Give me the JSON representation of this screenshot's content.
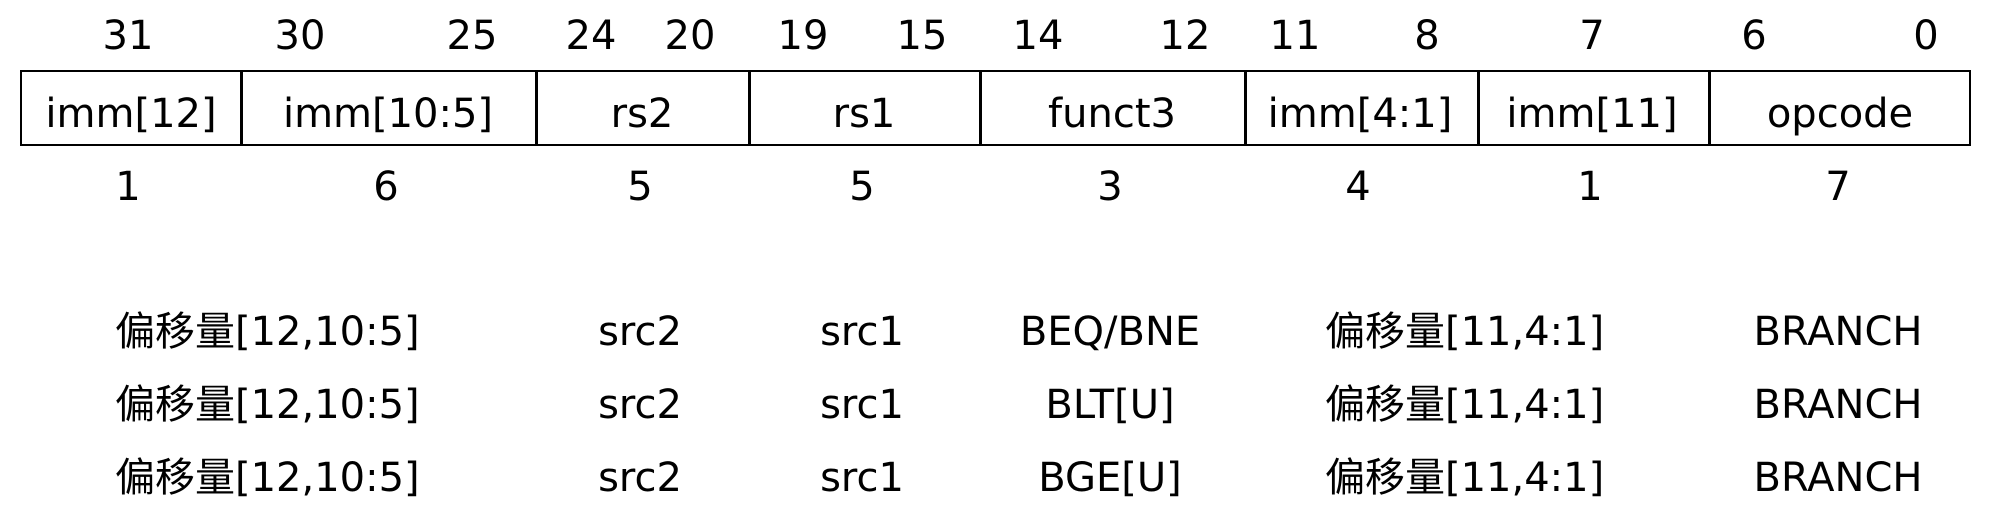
{
  "bit_positions": {
    "b31": "31",
    "b30": "30",
    "b25": "25",
    "b24": "24",
    "b20": "20",
    "b19": "19",
    "b15": "15",
    "b14": "14",
    "b12": "12",
    "b11": "11",
    "b8": "8",
    "b7": "7",
    "b6": "6",
    "b0": "0"
  },
  "fields": [
    {
      "label": "imm[12]",
      "width": "1"
    },
    {
      "label": "imm[10:5]",
      "width": "6"
    },
    {
      "label": "rs2",
      "width": "5"
    },
    {
      "label": "rs1",
      "width": "5"
    },
    {
      "label": "funct3",
      "width": "3"
    },
    {
      "label": "imm[4:1]",
      "width": "4"
    },
    {
      "label": "imm[11]",
      "width": "1"
    },
    {
      "label": "opcode",
      "width": "7"
    }
  ],
  "instructions": [
    {
      "imm_hi": "偏移量[12,10:5]",
      "rs2": "src2",
      "rs1": "src1",
      "funct3": "BEQ/BNE",
      "imm_lo": "偏移量[11,4:1]",
      "opcode": "BRANCH"
    },
    {
      "imm_hi": "偏移量[12,10:5]",
      "rs2": "src2",
      "rs1": "src1",
      "funct3": "BLT[U]",
      "imm_lo": "偏移量[11,4:1]",
      "opcode": "BRANCH"
    },
    {
      "imm_hi": "偏移量[12,10:5]",
      "rs2": "src2",
      "rs1": "src1",
      "funct3": "BGE[U]",
      "imm_lo": "偏移量[11,4:1]",
      "opcode": "BRANCH"
    }
  ]
}
